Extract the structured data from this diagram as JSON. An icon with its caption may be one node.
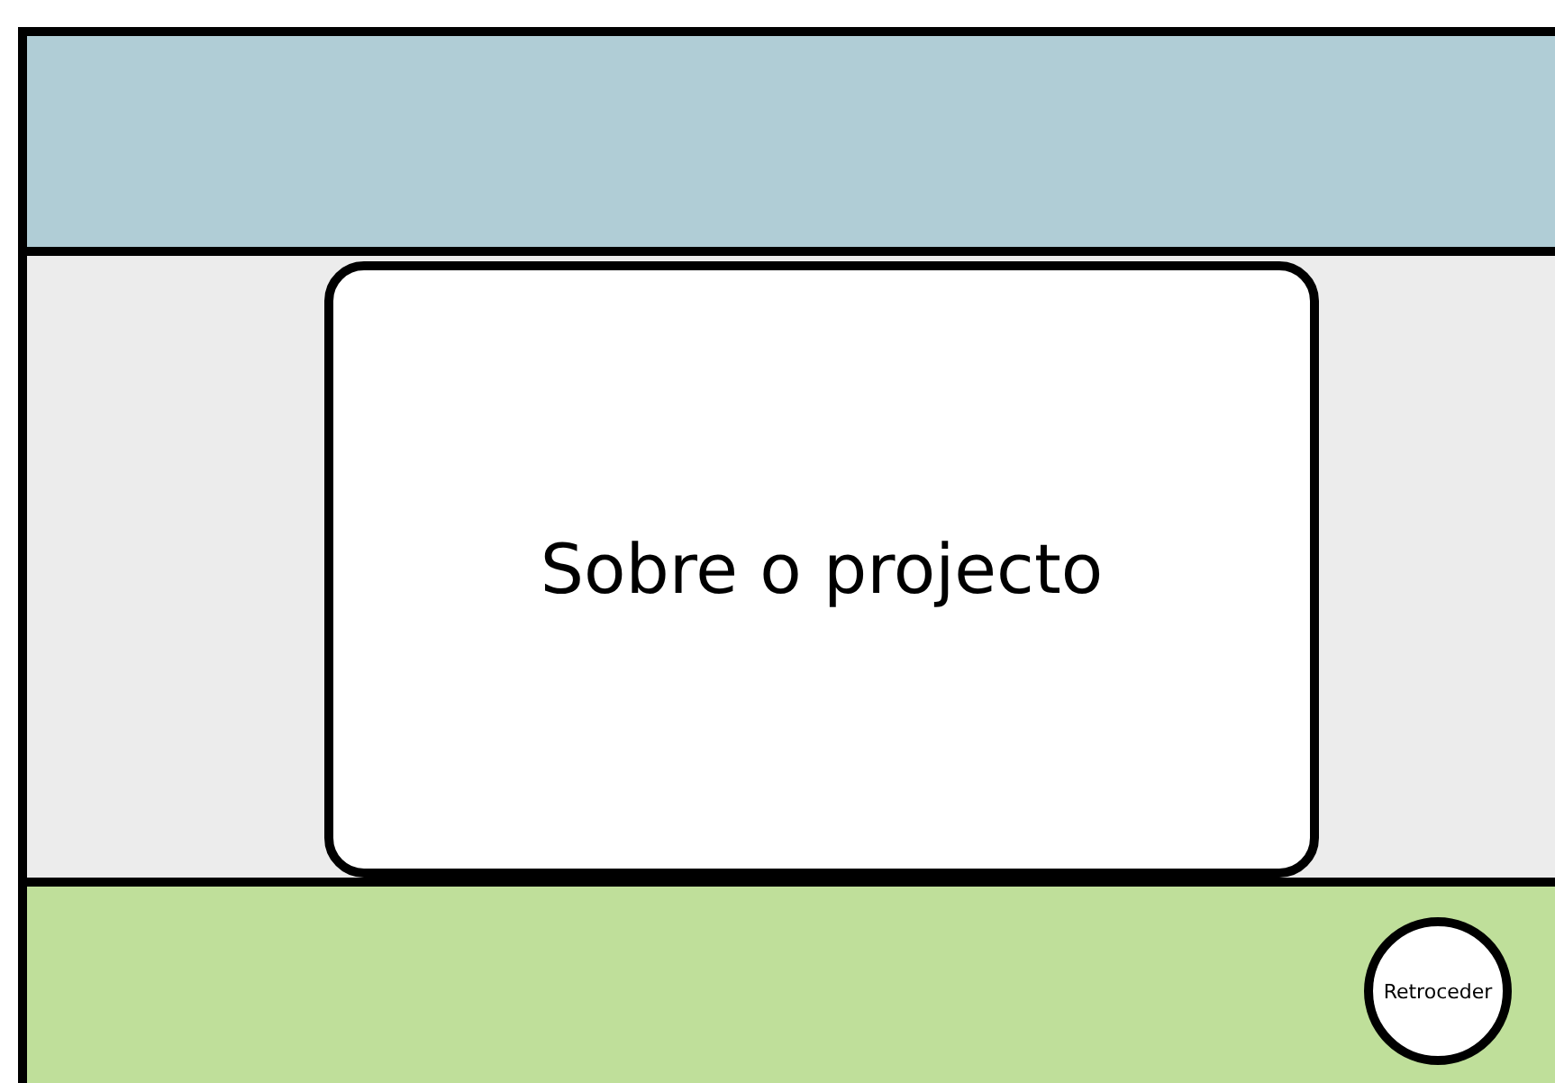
{
  "diagram": {
    "nodes": [
      {
        "text": [],
        "shape": "box"
      },
      {
        "text": [],
        "shape": "box"
      },
      {
        "text": [
          "Sobre o projecto"
        ],
        "in": 1
      },
      {
        "text": [],
        "shape": "box"
      },
      {
        "text": [
          "Retroceder"
        ],
        "in": 3
      }
    ],
    "edges": []
  }
}
